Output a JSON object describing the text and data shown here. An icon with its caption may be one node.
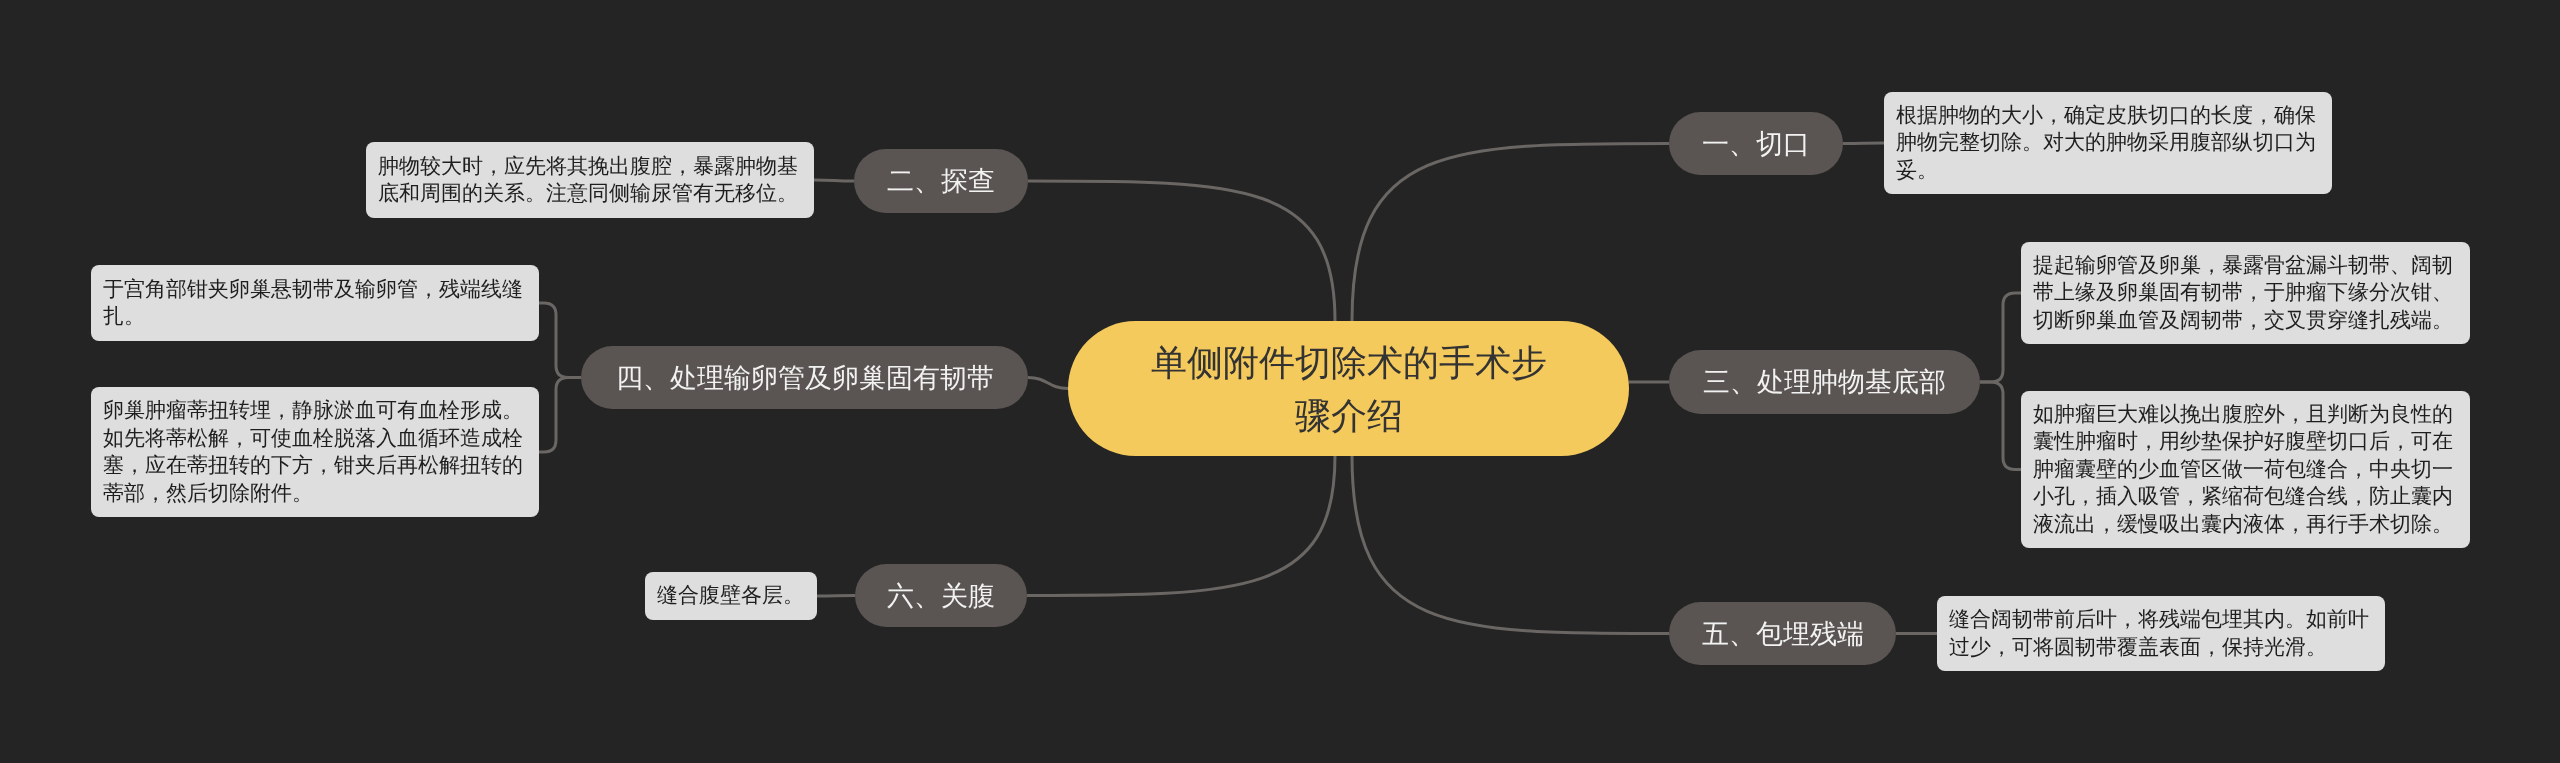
{
  "diagram": {
    "nodes": [
      {
        "text": [
          "单侧附件切除术的手术步骤介绍"
        ]
      },
      {
        "text": [
          "一、切口"
        ]
      },
      {
        "text": [
          "根据肿物的大小，确定皮肤切口的长度，确保肿物完整切除。对大的肿物采用腹部纵切口为妥。"
        ]
      },
      {
        "text": [
          "二、探查"
        ]
      },
      {
        "text": [
          "肿物较大时，应先将其挽出腹腔，暴露肿物基底和周围的关系。注意同侧输尿管有无移位。"
        ]
      },
      {
        "text": [
          "三、处理肿物基底部"
        ]
      },
      {
        "text": [
          "提起输卵管及卵巢，暴露骨盆漏斗韧带、阔韧带上缘及卵巢固有韧带，于肿瘤下缘分次钳、切断卵巢血管及阔韧带，交叉贯穿缝扎残端。"
        ]
      },
      {
        "text": [
          "如肿瘤巨大难以挽出腹腔外，且判断为良性的囊性肿瘤时，用纱垫保护好腹壁切口后，可在肿瘤囊壁的少血管区做一荷包缝合，中央切一小孔，插入吸管，紧缩荷包缝合线，防止囊内液流出，缓慢吸出囊内液体，再行手术切除。"
        ]
      },
      {
        "text": [
          "四、处理输卵管及卵巢固有韧带"
        ]
      },
      {
        "text": [
          "于宫角部钳夹卵巢悬韧带及输卵管，残端线缝扎。"
        ]
      },
      {
        "text": [
          "卵巢肿瘤蒂扭转埋，静脉淤血可有血栓形成。如先将蒂松解，可使血栓脱落入血循环造成栓塞，应在蒂扭转的下方，钳夹后再松解扭转的蒂部，然后切除附件。"
        ]
      },
      {
        "text": [
          "五、包埋残端"
        ]
      },
      {
        "text": [
          "缝合阔韧带前后叶，将残端包埋其内。如前叶过少，可将圆韧带覆盖表面，保持光滑。"
        ]
      },
      {
        "text": [
          "六、关腹"
        ]
      },
      {
        "text": [
          "缝合腹壁各层。"
        ]
      }
    ],
    "edges": [
      {
        "from": 0,
        "to": 1,
        "arrow": "none"
      },
      {
        "from": 1,
        "to": 2,
        "arrow": "none"
      },
      {
        "from": 0,
        "to": 3,
        "arrow": "none"
      },
      {
        "from": 3,
        "to": 4,
        "arrow": "none"
      },
      {
        "from": 0,
        "to": 5,
        "arrow": "none"
      },
      {
        "from": 5,
        "to": 6,
        "arrow": "none"
      },
      {
        "from": 5,
        "to": 7,
        "arrow": "none"
      },
      {
        "from": 0,
        "to": 8,
        "arrow": "none"
      },
      {
        "from": 8,
        "to": 9,
        "arrow": "none"
      },
      {
        "from": 8,
        "to": 10,
        "arrow": "none"
      },
      {
        "from": 0,
        "to": 11,
        "arrow": "none"
      },
      {
        "from": 11,
        "to": 12,
        "arrow": "none"
      },
      {
        "from": 0,
        "to": 13,
        "arrow": "none"
      },
      {
        "from": 13,
        "to": 14,
        "arrow": "none"
      }
    ]
  }
}
